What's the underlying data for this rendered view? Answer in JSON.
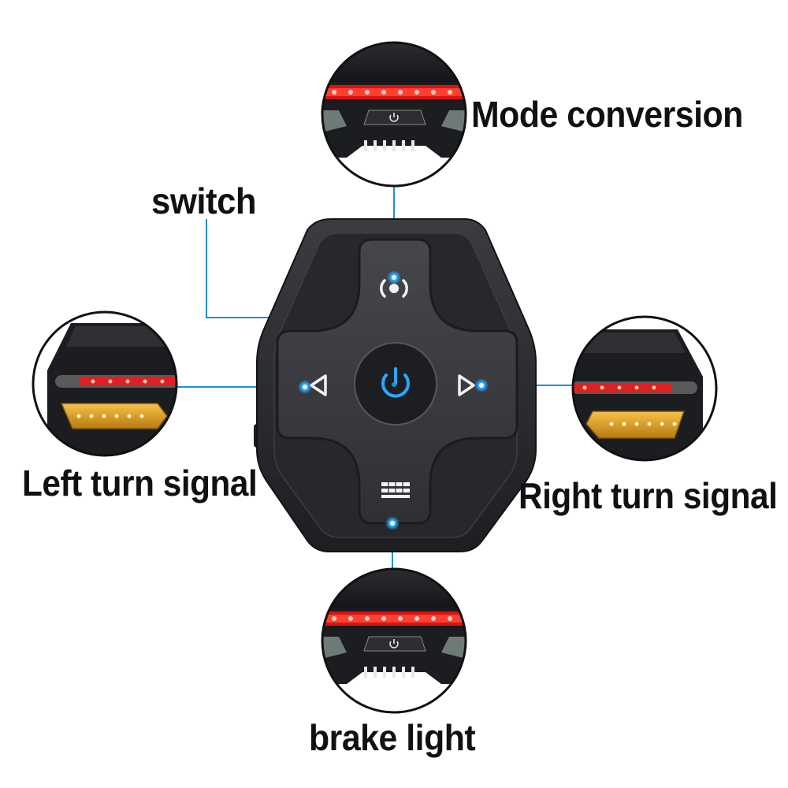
{
  "labels": {
    "mode_conversion": "Mode conversion",
    "switch": "switch",
    "left_turn_signal": "Left turn signal",
    "right_turn_signal": "Right turn signal",
    "brake_light": "brake light"
  },
  "icons": {
    "top": "mode-conversion-icon",
    "center": "power-icon",
    "left": "left-arrow-icon",
    "right": "right-arrow-icon",
    "bottom": "brake-light-icon"
  },
  "colors": {
    "callout_line": "#1e8fd0",
    "indicator_dot": "#2aa8ff",
    "red_led": "#ff2222",
    "amber_led": "#f0b020",
    "device_body": "#2b2d31"
  }
}
